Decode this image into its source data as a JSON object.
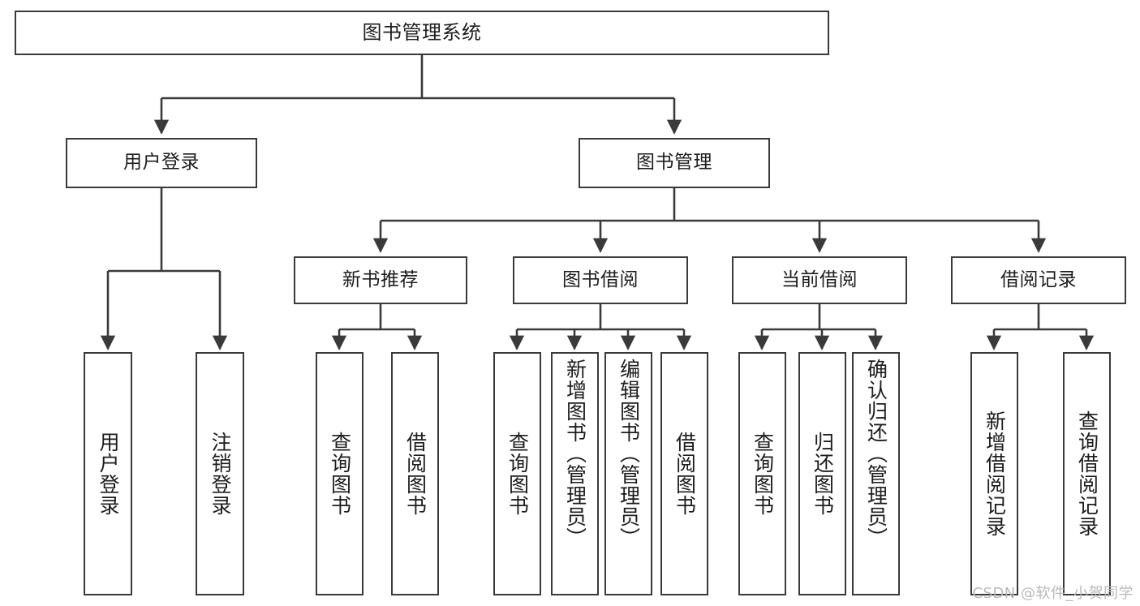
{
  "diagram": {
    "title": "图书管理系统",
    "type": "tree-hierarchy",
    "colors": {
      "box_border": "#3a3a3a",
      "box_fill": "#ffffff",
      "edge": "#3a3a3a",
      "text": "#1d1d1d",
      "watermark": "#b9b9b9",
      "background": "#ffffff"
    },
    "watermark": "CSDN @软件_小贺同学",
    "root": {
      "label": "图书管理系统"
    },
    "level2": [
      {
        "label": "用户登录"
      },
      {
        "label": "图书管理"
      }
    ],
    "level3": [
      {
        "label": "新书推荐"
      },
      {
        "label": "图书借阅"
      },
      {
        "label": "当前借阅"
      },
      {
        "label": "借阅记录"
      }
    ],
    "leaves": {
      "user_login": [
        {
          "label": "用户登录"
        },
        {
          "label": "注销登录"
        }
      ],
      "new_book_recommend": [
        {
          "label": "查询图书"
        },
        {
          "label": "借阅图书"
        }
      ],
      "book_borrow": [
        {
          "label": "查询图书"
        },
        {
          "label": "新增图书（管理员）"
        },
        {
          "label": "编辑图书（管理员）"
        },
        {
          "label": "借阅图书"
        }
      ],
      "current_borrow": [
        {
          "label": "查询图书"
        },
        {
          "label": "归还图书"
        },
        {
          "label": "确认归还（管理员）"
        }
      ],
      "borrow_record": [
        {
          "label": "新增借阅记录"
        },
        {
          "label": "查询借阅记录"
        }
      ]
    }
  }
}
